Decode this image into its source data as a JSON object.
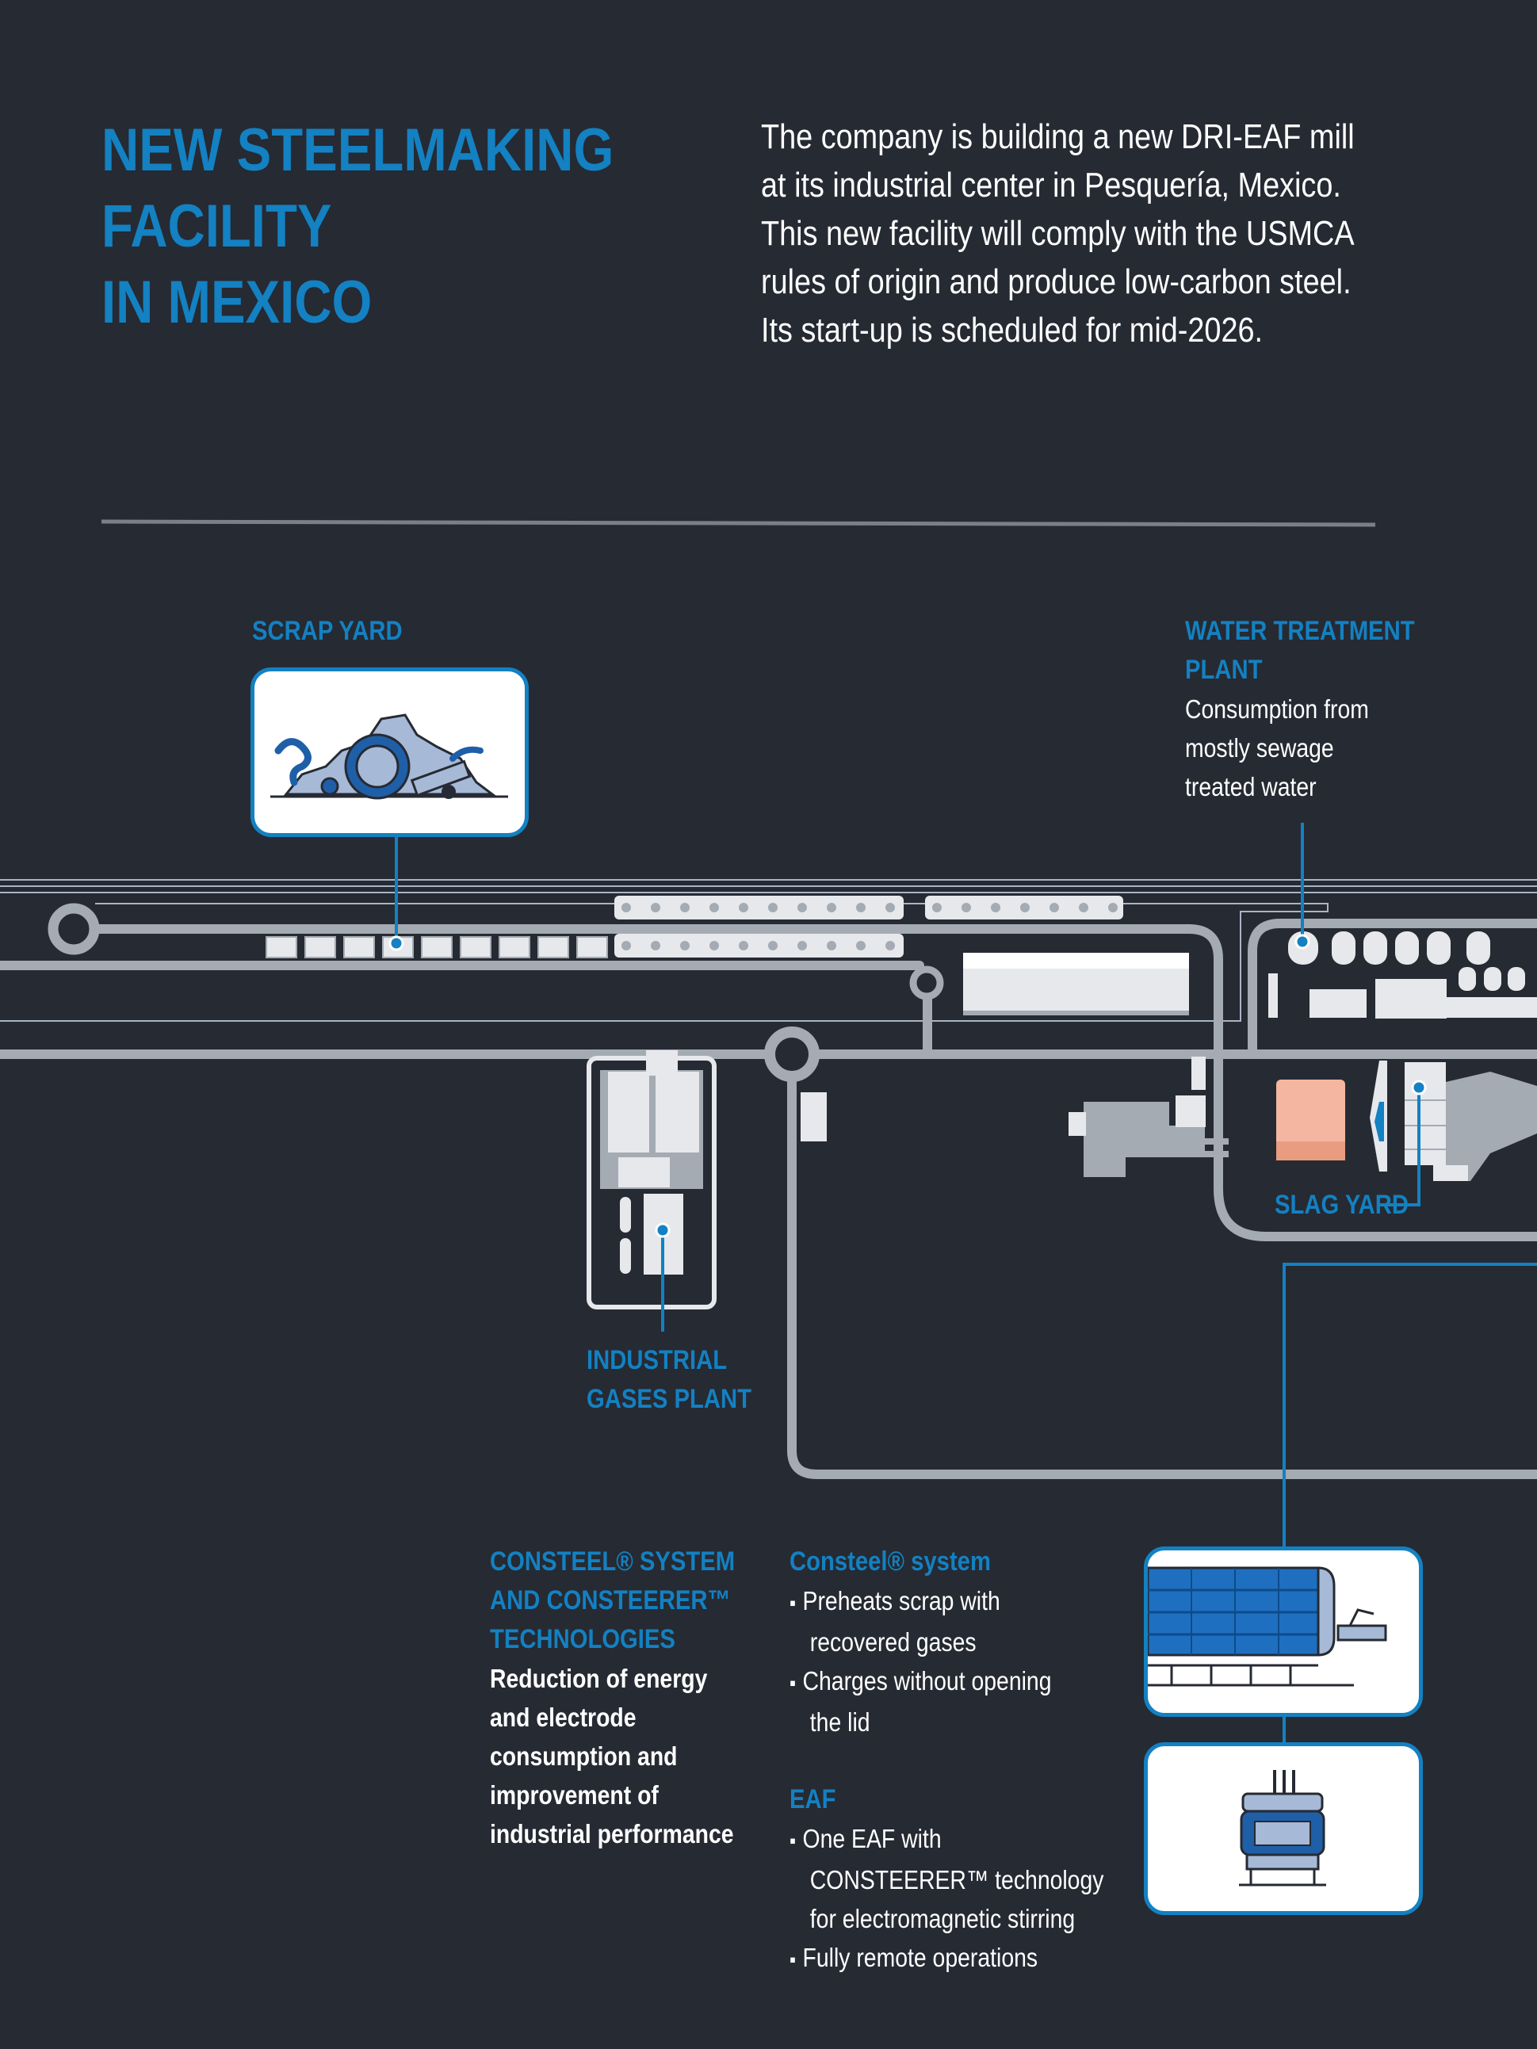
{
  "title": {
    "lines": [
      "NEW STEELMAKING",
      "FACILITY",
      "IN MEXICO"
    ]
  },
  "intro": {
    "lines": [
      "The company is building a new DRI-EAF mill",
      "at its industrial center in Pesquería, Mexico.",
      "This new facility will comply with the USMCA",
      "rules of origin and produce low-carbon steel.",
      "Its start-up is scheduled for mid-2026."
    ]
  },
  "scrap_yard": {
    "label": "SCRAP YARD",
    "icon": "scrap-pile-icon"
  },
  "water_treatment": {
    "label_lines": [
      "WATER TREATMENT",
      "PLANT"
    ],
    "desc_lines": [
      "Consumption from",
      "mostly sewage",
      "treated water"
    ]
  },
  "slag_yard": {
    "label": "SLAG YARD"
  },
  "industrial_gases": {
    "label_lines": [
      "INDUSTRIAL",
      "GASES PLANT"
    ]
  },
  "consteel": {
    "heading_lines": [
      "CONSTEEL® SYSTEM",
      "AND CONSTEERER™",
      "TECHNOLOGIES"
    ],
    "desc_lines": [
      "Reduction of energy",
      "and electrode",
      "consumption and",
      "improvement of",
      "industrial performance"
    ],
    "system_title": "Consteel® system",
    "system_bullets": [
      {
        "first": "Preheats scrap with",
        "second": "recovered gases"
      },
      {
        "first": "Charges without opening",
        "second": "the lid"
      }
    ],
    "eaf_title": "EAF",
    "eaf_bullets": [
      {
        "first": "One EAF with",
        "second": "CONSTEERER™ technology",
        "third": "for electromagnetic stirring"
      },
      {
        "first": "Fully remote operations"
      }
    ],
    "icons": [
      "conveyor-furnace-icon",
      "eaf-furnace-icon"
    ]
  },
  "colors": {
    "background": "#262a33",
    "accent_blue": "#1381c2",
    "track_gray": "#a4abb3",
    "building_white": "#e6e8ec",
    "slag_pink": "#f4b6a0"
  }
}
